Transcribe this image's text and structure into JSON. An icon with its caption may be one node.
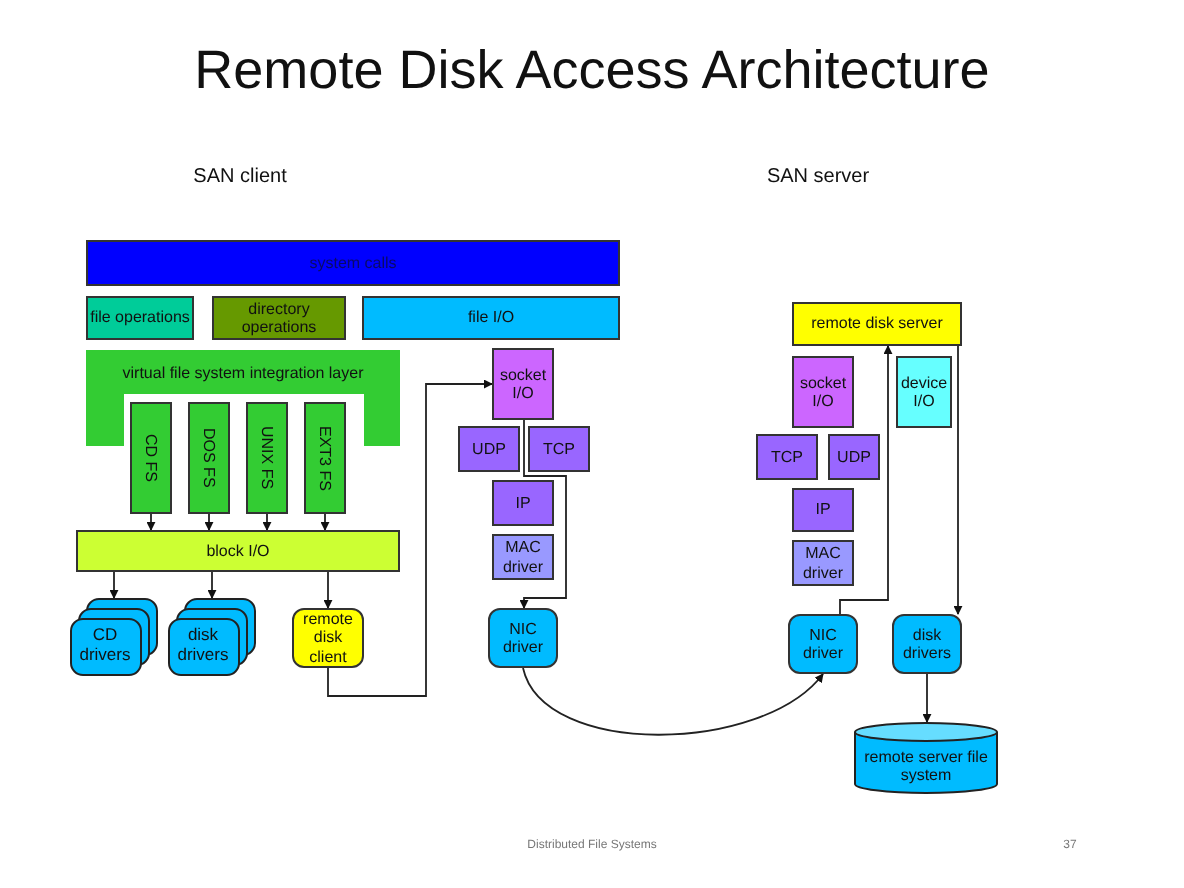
{
  "diagram": {
    "title": "Remote Disk Access Architecture",
    "nodes": [
      {
        "text": [
          "system calls"
        ]
      },
      {
        "text": [
          "file operations"
        ]
      },
      {
        "text": [
          "directory operations"
        ]
      },
      {
        "text": [
          "file I/O"
        ]
      },
      {
        "text": [
          "virtual file system integration layer"
        ]
      },
      {
        "text": [
          "CD FS"
        ]
      },
      {
        "text": [
          "DOS FS"
        ]
      },
      {
        "text": [
          "UNIX FS"
        ]
      },
      {
        "text": [
          "EXT3 FS"
        ]
      },
      {
        "text": [
          "block I/O"
        ]
      },
      {
        "text": [
          "CD drivers"
        ]
      },
      {
        "text": [
          "disk drivers"
        ]
      },
      {
        "text": [
          "remote disk client"
        ]
      },
      {
        "text": [
          "socket I/O"
        ]
      },
      {
        "text": [
          "UDP"
        ]
      },
      {
        "text": [
          "TCP"
        ]
      },
      {
        "text": [
          "IP"
        ]
      },
      {
        "text": [
          "MAC driver"
        ]
      },
      {
        "text": [
          "NIC driver"
        ]
      },
      {
        "text": [
          "remote disk server"
        ]
      },
      {
        "text": [
          "socket I/O"
        ]
      },
      {
        "text": [
          "device I/O"
        ]
      },
      {
        "text": [
          "TCP"
        ]
      },
      {
        "text": [
          "UDP"
        ]
      },
      {
        "text": [
          "IP"
        ]
      },
      {
        "text": [
          "MAC driver"
        ]
      },
      {
        "text": [
          "NIC driver"
        ]
      },
      {
        "text": [
          "disk drivers"
        ]
      },
      {
        "text": [
          "remote server file system"
        ]
      }
    ],
    "edges": [
      {
        "from": 5,
        "to": 9,
        "arrow": "to"
      },
      {
        "from": 6,
        "to": 9,
        "arrow": "to"
      },
      {
        "from": 7,
        "to": 9,
        "arrow": "to"
      },
      {
        "from": 8,
        "to": 9,
        "arrow": "to"
      },
      {
        "from": 9,
        "to": 10,
        "arrow": "to"
      },
      {
        "from": 9,
        "to": 11,
        "arrow": "to"
      },
      {
        "from": 9,
        "to": 12,
        "arrow": "to"
      },
      {
        "from": 12,
        "to": 13,
        "arrow": "to"
      },
      {
        "from": 13,
        "to": 18,
        "arrow": "to"
      },
      {
        "from": 18,
        "to": 26,
        "arrow": "to"
      },
      {
        "from": 26,
        "to": 19,
        "arrow": "to"
      },
      {
        "from": 19,
        "to": 27,
        "arrow": "to"
      },
      {
        "from": 27,
        "to": 28,
        "arrow": "to"
      }
    ],
    "labels": [
      "SAN client",
      "SAN server",
      "Distributed File Systems",
      "37"
    ]
  }
}
